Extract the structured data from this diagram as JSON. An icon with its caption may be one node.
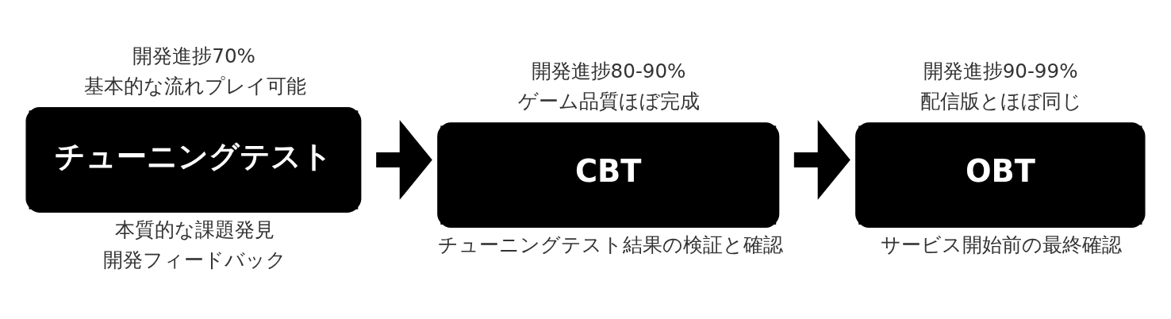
{
  "diagram": {
    "nodes": [
      {
        "text": [
          "チューニングテスト"
        ],
        "beside": [
          "開発進捗70%",
          "基本的な流れプレイ可能",
          "本質的な課題発見",
          "開発フィードバック"
        ]
      },
      {
        "text": [
          "CBT"
        ],
        "beside": [
          "開発進捗80-90%",
          "ゲーム品質ほぼ完成",
          "チューニングテスト結果の検証と確認"
        ]
      },
      {
        "text": [
          "OBT"
        ],
        "beside": [
          "開発進捗90-99%",
          "配信版とほぼ同じ",
          "サービス開始前の最終確認"
        ]
      }
    ],
    "edges": [
      {
        "from": 0,
        "to": 1,
        "arrow": "to"
      },
      {
        "from": 1,
        "to": 2,
        "arrow": "to"
      }
    ]
  }
}
